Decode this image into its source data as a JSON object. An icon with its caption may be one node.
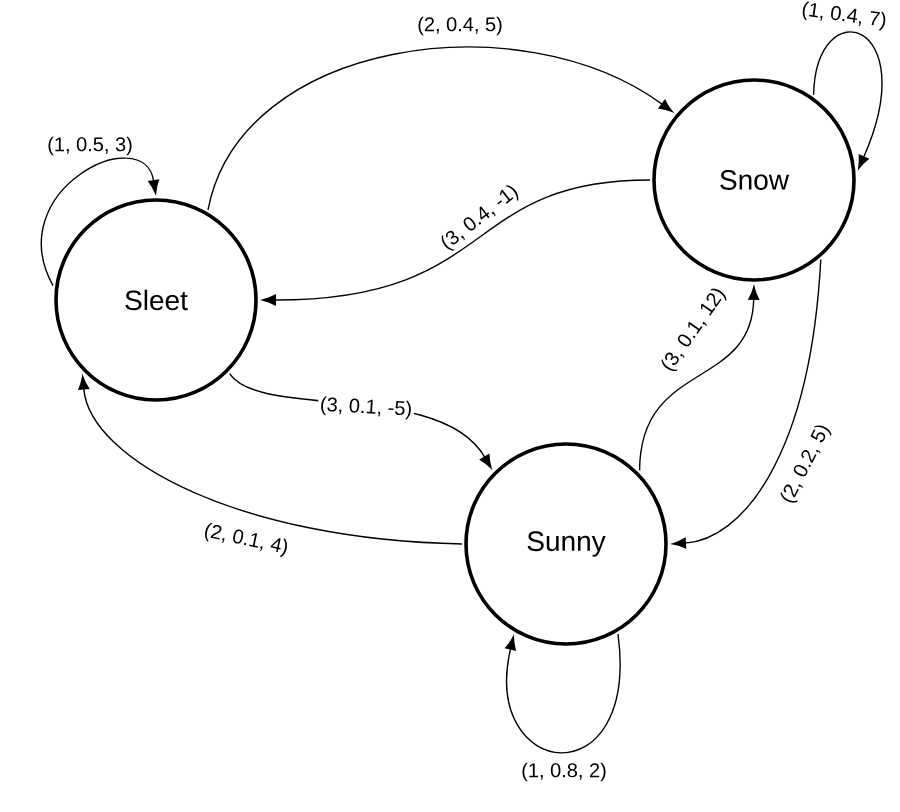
{
  "diagram": {
    "nodes": [
      {
        "text": [
          "Sleet"
        ]
      },
      {
        "text": [
          "Snow"
        ]
      },
      {
        "text": [
          "Sunny"
        ]
      }
    ],
    "edges": [
      {
        "from": 0,
        "to": 0,
        "arrow": "to",
        "label": "(1, 0.5, 3)"
      },
      {
        "from": 0,
        "to": 1,
        "arrow": "to",
        "label": "(2, 0.4, 5)"
      },
      {
        "from": 1,
        "to": 1,
        "arrow": "to",
        "label": "(1, 0.4, 7)"
      },
      {
        "from": 1,
        "to": 0,
        "arrow": "to",
        "label": "(3, 0.4, -1)"
      },
      {
        "from": 0,
        "to": 2,
        "arrow": "to",
        "label": "(3, 0.1, -5)"
      },
      {
        "from": 2,
        "to": 1,
        "arrow": "to",
        "label": "(3, 0.1, 12)"
      },
      {
        "from": 1,
        "to": 2,
        "arrow": "to",
        "label": "(2, 0.2, 5)"
      },
      {
        "from": 2,
        "to": 0,
        "arrow": "to",
        "label": "(2, 0.1, 4)"
      },
      {
        "from": 2,
        "to": 2,
        "arrow": "to",
        "label": "(1, 0.8, 2)"
      }
    ]
  }
}
